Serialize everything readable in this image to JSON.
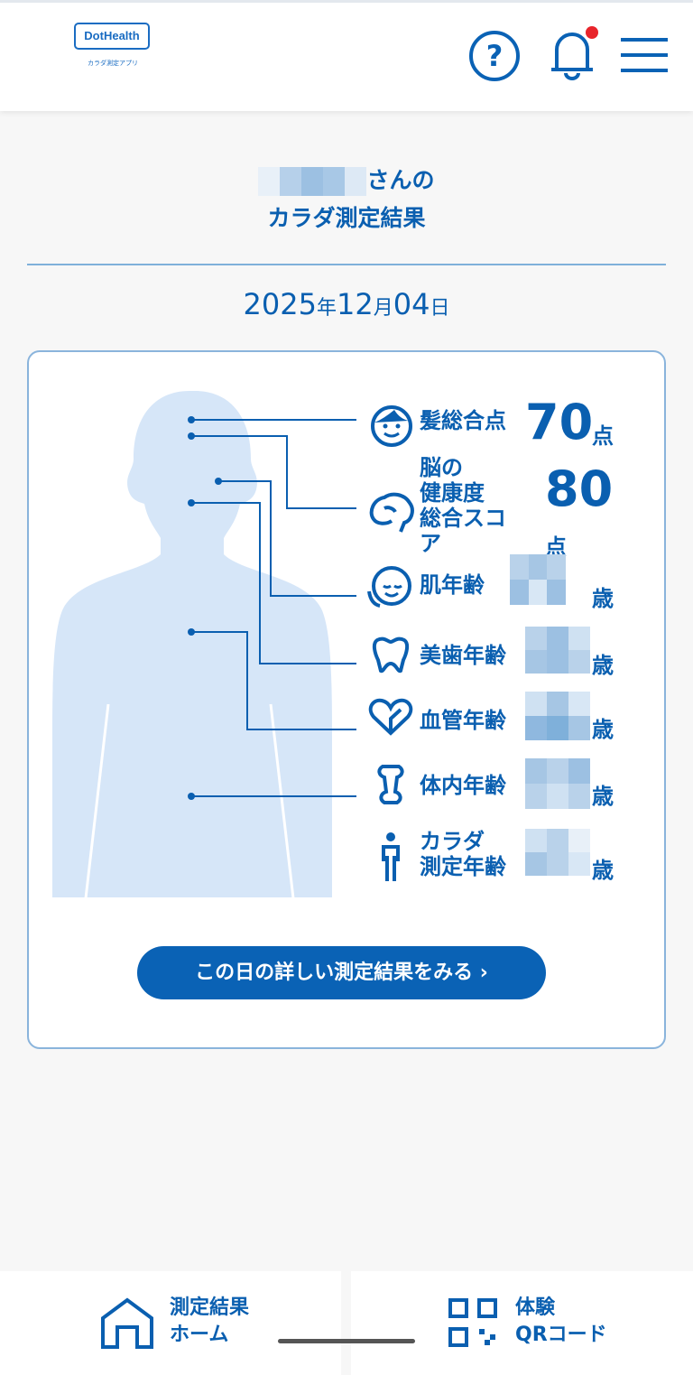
{
  "header": {
    "logo": "DotHealth",
    "logo_sub": "カラダ測定アプリ",
    "icons": [
      "help-icon",
      "bell-icon",
      "menu-icon"
    ],
    "notification_dot": true
  },
  "title": {
    "name_suffix": "さんの",
    "line2": "カラダ測定結果"
  },
  "date": {
    "year": "2025",
    "year_unit": "年",
    "month": "12",
    "month_unit": "月",
    "day": "04",
    "day_unit": "日"
  },
  "results": [
    {
      "label": "髪総合点",
      "value": "70",
      "unit": "点",
      "icon": "face-icon"
    },
    {
      "label_lines": [
        "脳の",
        "健康度",
        "総合スコ",
        "ア"
      ],
      "value": "80",
      "unit": "点",
      "icon": "brain-icon"
    },
    {
      "label": "肌年齢",
      "unit": "歳",
      "icon": "skin-face-icon"
    },
    {
      "label": "美歯年齢",
      "unit": "歳",
      "icon": "tooth-icon"
    },
    {
      "label": "血管年齢",
      "unit": "歳",
      "icon": "heart-icon"
    },
    {
      "label": "体内年齢",
      "unit": "歳",
      "icon": "bone-icon"
    },
    {
      "label_lines": [
        "カラダ",
        "測定年齢"
      ],
      "unit": "歳",
      "icon": "person-icon"
    }
  ],
  "details_button": "この日の詳しい測定結果をみる",
  "bottom_nav": [
    {
      "line1": "測定結果",
      "line2": "ホーム"
    },
    {
      "line1": "体験",
      "line2": "QRコード"
    }
  ],
  "colors": {
    "accent": "#0a62b5",
    "body": "#d6e6f8",
    "notify": "#e8242b"
  }
}
